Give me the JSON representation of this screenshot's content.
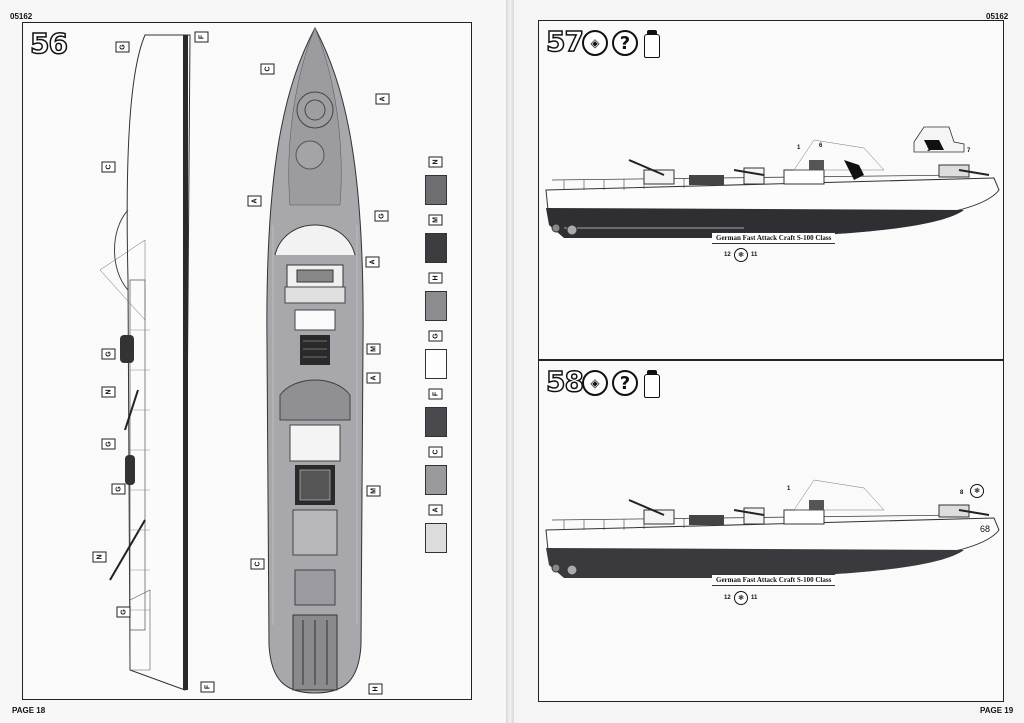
{
  "left_page": {
    "code": "05162",
    "page_label": "PAGE 18",
    "step": "56",
    "side_callouts": [
      "G",
      "C",
      "G",
      "N",
      "G",
      "G",
      "N",
      "G",
      "F",
      "F"
    ],
    "top_callouts": [
      "C",
      "A",
      "A",
      "G",
      "A",
      "M",
      "A",
      "M",
      "C",
      "H"
    ],
    "swatches": [
      {
        "letter": "N",
        "color": "#6e6e72"
      },
      {
        "letter": "M",
        "color": "#3c3c40"
      },
      {
        "letter": "H",
        "color": "#8c8c90"
      },
      {
        "letter": "G",
        "color": "#fdfdfd"
      },
      {
        "letter": "F",
        "color": "#4a4a4e"
      },
      {
        "letter": "C",
        "color": "#9a9a9e"
      },
      {
        "letter": "A",
        "color": "#dcdcdc"
      }
    ]
  },
  "right_page": {
    "code": "05162",
    "page_label": "PAGE 19",
    "step57": {
      "step": "57",
      "icon_glyph": "?",
      "boat_name": "German Fast Attack Craft S-100 Class",
      "decal_a": "1",
      "decal_b": "6",
      "decal_c": "7",
      "decal_d": "1",
      "decal_left": "12",
      "decal_right": "11"
    },
    "step58": {
      "step": "58",
      "icon_glyph": "?",
      "boat_name": "German Fast Attack Craft S-100 Class",
      "decal_a": "1",
      "decal_b": "8",
      "hull_number": "68",
      "decal_left": "12",
      "decal_right": "11"
    }
  }
}
